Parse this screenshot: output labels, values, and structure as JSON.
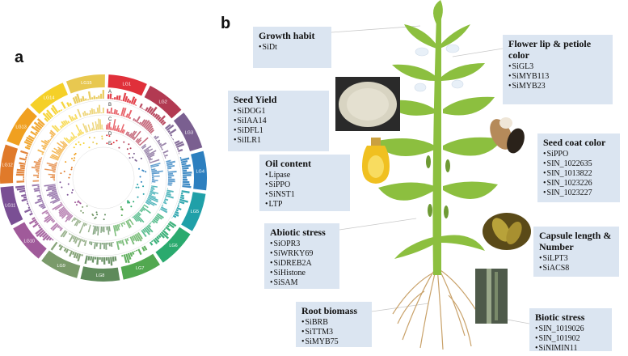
{
  "panels": {
    "a": "a",
    "b": "b"
  },
  "circos": {
    "groups": [
      "LG1",
      "LG2",
      "LG3",
      "LG4",
      "LG5",
      "LG6",
      "LG7",
      "LG8",
      "LG9",
      "LG10",
      "LG11",
      "LG12",
      "LG13",
      "LG14",
      "LG15"
    ],
    "group_colors": [
      "#e0303a",
      "#b23a52",
      "#7a5f90",
      "#2d7fbf",
      "#20a0a8",
      "#2aaa6e",
      "#52a850",
      "#5e8a5a",
      "#7a9a6a",
      "#a05a9a",
      "#7a4f94",
      "#e07a2a",
      "#f0a020",
      "#f5d028",
      "#e8c850"
    ],
    "tracks": [
      "A",
      "B",
      "C",
      "D",
      "E"
    ]
  },
  "boxes": [
    {
      "id": "growth",
      "title": "Growth habit",
      "items": [
        "SiDt"
      ]
    },
    {
      "id": "seedyield",
      "title": "Seed Yield",
      "items": [
        "SiDOG1",
        "SiIAA14",
        "SiDFL1",
        "SiILR1"
      ]
    },
    {
      "id": "oil",
      "title": "Oil content",
      "items": [
        "Lipase",
        "SiPPO",
        "SiNST1",
        "LTP"
      ]
    },
    {
      "id": "abiotic",
      "title": "Abiotic stress",
      "items": [
        "SiOPR3",
        "SiWRKY69",
        "SiDREB2A",
        "SiHistone",
        "SiSAM"
      ]
    },
    {
      "id": "root",
      "title": "Root biomass",
      "items": [
        "SiBRB",
        "SiTTM3",
        "SiMYB75"
      ]
    },
    {
      "id": "flower",
      "title": "Flower lip & petiole color",
      "items": [
        "SiGL3",
        "SiMYB113",
        "SiMYB23"
      ]
    },
    {
      "id": "seedcoat",
      "title": "Seed coat color",
      "items": [
        "SiPPO",
        "SIN_1022635",
        "SIN_1013822",
        "SIN_1023226",
        "SIN_1023227"
      ]
    },
    {
      "id": "capsule",
      "title": "Capsule length & Number",
      "items": [
        "SiLPT3",
        "SiACS8"
      ]
    },
    {
      "id": "biotic",
      "title": "Biotic stress",
      "items": [
        "SIN_1019026",
        "SIN_101902",
        "SiNIMIN11"
      ]
    }
  ],
  "colors": {
    "box_bg": "#dbe5f1",
    "plant": "#8cbf3f",
    "plant_dark": "#5e9a2e",
    "root": "#c9a26a"
  }
}
